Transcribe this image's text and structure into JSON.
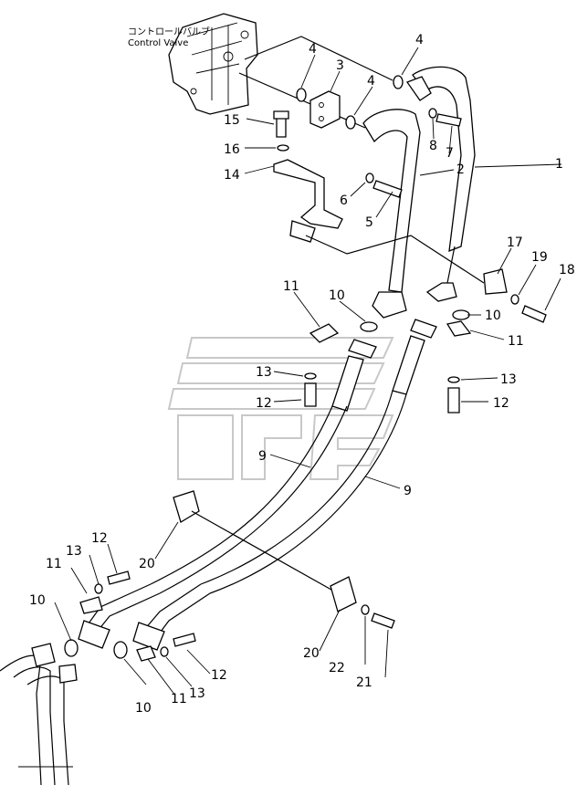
{
  "component_label": {
    "japanese": "コントロールバルブ",
    "english": "Control Valve"
  },
  "callouts": [
    {
      "id": "c1",
      "text": "1"
    },
    {
      "id": "c2",
      "text": "2"
    },
    {
      "id": "c3",
      "text": "3"
    },
    {
      "id": "c4a",
      "text": "4"
    },
    {
      "id": "c4b",
      "text": "4"
    },
    {
      "id": "c4c",
      "text": "4"
    },
    {
      "id": "c5",
      "text": "5"
    },
    {
      "id": "c6",
      "text": "6"
    },
    {
      "id": "c7",
      "text": "7"
    },
    {
      "id": "c8",
      "text": "8"
    },
    {
      "id": "c9a",
      "text": "9"
    },
    {
      "id": "c9b",
      "text": "9"
    },
    {
      "id": "c10a",
      "text": "10"
    },
    {
      "id": "c10b",
      "text": "10"
    },
    {
      "id": "c10c",
      "text": "10"
    },
    {
      "id": "c10d",
      "text": "10"
    },
    {
      "id": "c11a",
      "text": "11"
    },
    {
      "id": "c11b",
      "text": "11"
    },
    {
      "id": "c11c",
      "text": "11"
    },
    {
      "id": "c11d",
      "text": "11"
    },
    {
      "id": "c12a",
      "text": "12"
    },
    {
      "id": "c12b",
      "text": "12"
    },
    {
      "id": "c12c",
      "text": "12"
    },
    {
      "id": "c12d",
      "text": "12"
    },
    {
      "id": "c13a",
      "text": "13"
    },
    {
      "id": "c13b",
      "text": "13"
    },
    {
      "id": "c13c",
      "text": "13"
    },
    {
      "id": "c13d",
      "text": "13"
    },
    {
      "id": "c14",
      "text": "14"
    },
    {
      "id": "c15",
      "text": "15"
    },
    {
      "id": "c16",
      "text": "16"
    },
    {
      "id": "c17",
      "text": "17"
    },
    {
      "id": "c18",
      "text": "18"
    },
    {
      "id": "c19",
      "text": "19"
    },
    {
      "id": "c20a",
      "text": "20"
    },
    {
      "id": "c20b",
      "text": "20"
    },
    {
      "id": "c21",
      "text": "21"
    },
    {
      "id": "c22",
      "text": "22"
    }
  ]
}
